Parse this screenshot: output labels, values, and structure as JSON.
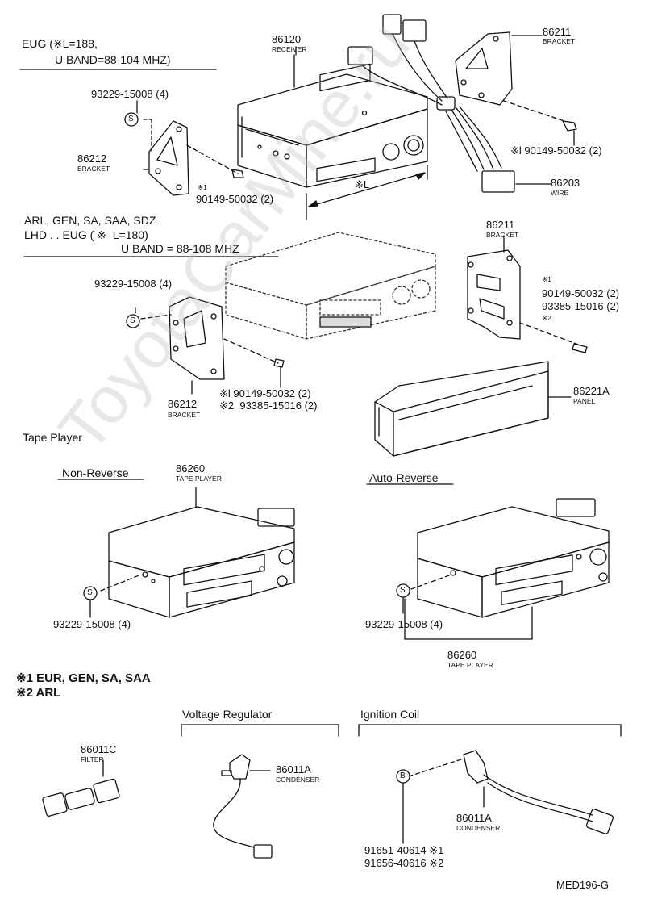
{
  "watermark": "ToyotaCarMine.ru",
  "headers": {
    "eug_line1": "EUG (※L=188,",
    "eug_line2": "U BAND=88-104 MHZ)",
    "arl_line1": "ARL, GEN, SA, SAA, SDZ",
    "arl_line2": "LHD . . EUG ( ※  L=180)",
    "arl_line3": "U BAND = 88-108 MHZ",
    "tape_player": "Tape Player",
    "non_reverse": "Non-Reverse",
    "auto_reverse": "Auto-Reverse",
    "voltage_regulator": "Voltage Regulator",
    "ignition_coil": "Ignition Coil"
  },
  "parts": {
    "receiver_num": "86120",
    "receiver_name": "RECEIVER",
    "bracket_tr_num": "86211",
    "bracket_tr_name": "BRACKET",
    "bracket_l_num": "86212",
    "bracket_l_name": "BRACKET",
    "screw_top_l": "93229-15008 (4)",
    "bolt_top_mark": "※1",
    "bolt_top_l": "90149-50032 (2)",
    "dim_l": "※L",
    "bolt_top_r": "※l 90149-50032 (2)",
    "wire_num": "86203",
    "wire_name": "WIRE",
    "bracket_mr_num": "86211",
    "bracket_mr_name": "BRACKET",
    "bolt_mr_mark1": "※1",
    "bolt_mr_1": "90149-50032 (2)",
    "bolt_mr_2": "93385-15016 (2)",
    "bolt_mr_mark2": "※2",
    "screw_mid_l": "93229-15008 (4)",
    "bolt_mid_1": "※l 90149-50032 (2)",
    "bolt_mid_2": "※2  93385-15016 (2)",
    "bracket_ml_num": "86212",
    "bracket_ml_name": "BRACKET",
    "panel_num": "86221A",
    "panel_name": "PANEL",
    "tape_l_num": "86260",
    "tape_l_name": "TAPE PLAYER",
    "screw_tape_l": "93229-15008 (4)",
    "screw_tape_r": "93229-15008 (4)",
    "tape_r_num": "86260",
    "tape_r_name": "TAPE PLAYER",
    "filter_num": "86011C",
    "filter_name": "FILTER",
    "cond_v_num": "86011A",
    "cond_v_name": "CONDENSER",
    "cond_i_num": "86011A",
    "cond_i_name": "CONDENSER",
    "bolt_ic_1": "91651-40614 ※1",
    "bolt_ic_2": "91656-40616 ※2"
  },
  "notes": {
    "n1": "※1 EUR, GEN, SA, SAA",
    "n2": "※2 ARL",
    "code": "MED196-G"
  },
  "symbols": {
    "s": "S",
    "b": "B"
  }
}
